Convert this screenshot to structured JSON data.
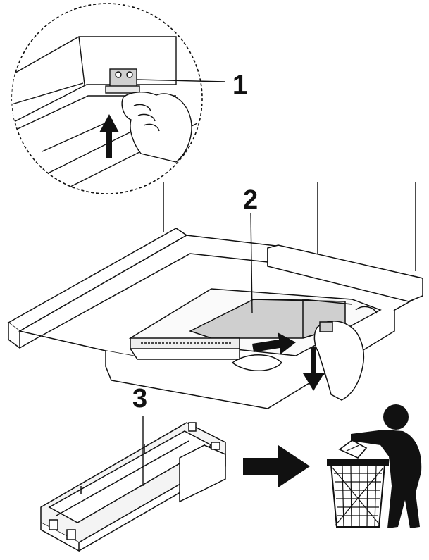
{
  "callouts": [
    {
      "id": "step-1",
      "label": "1"
    },
    {
      "id": "step-2",
      "label": "2"
    },
    {
      "id": "step-3",
      "label": "3"
    }
  ],
  "colors": {
    "ink": "#111111",
    "panel": "#ffffff",
    "filter_fill": "#cfcfcf",
    "cassette_fill": "#f4f4f4"
  },
  "icons": {
    "detail_view": "magnifier-circle-icon",
    "push_up": "arrow-up-icon",
    "slide_out": "arrow-right-icon",
    "pull_down": "arrow-down-icon",
    "dispose": "arrow-right-icon",
    "bin": "trash-bin-icon",
    "person": "person-discarding-icon"
  }
}
